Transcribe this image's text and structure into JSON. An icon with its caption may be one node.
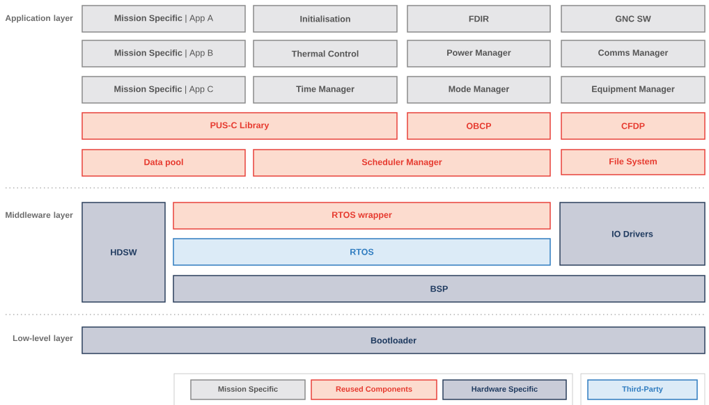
{
  "diagram": {
    "nodes": [
      {
        "text": [
          "**Mission Specific** | App A"
        ]
      },
      {
        "text": [
          "Initialisation"
        ]
      },
      {
        "text": [
          "FDIR"
        ]
      },
      {
        "text": [
          "GNC SW"
        ]
      },
      {
        "text": [
          "**Mission Specific** | App B"
        ]
      },
      {
        "text": [
          "Thermal Control"
        ]
      },
      {
        "text": [
          "Power Manager"
        ]
      },
      {
        "text": [
          "Comms Manager"
        ]
      },
      {
        "text": [
          "**Mission Specific** | App C"
        ]
      },
      {
        "text": [
          "Time Manager"
        ]
      },
      {
        "text": [
          "Mode Manager"
        ]
      },
      {
        "text": [
          "Equipment Manager"
        ]
      },
      {
        "text": [
          "PUS-C Library"
        ]
      },
      {
        "text": [
          "OBCP"
        ]
      },
      {
        "text": [
          "CFDP"
        ]
      },
      {
        "text": [
          "Data pool"
        ]
      },
      {
        "text": [
          "Scheduler Manager"
        ]
      },
      {
        "text": [
          "File System"
        ]
      },
      {
        "text": [
          "HDSW"
        ]
      },
      {
        "text": [
          "RTOS wrapper"
        ]
      },
      {
        "text": [
          "IO Drivers"
        ]
      },
      {
        "text": [
          "RTOS"
        ]
      },
      {
        "text": [
          "BSP"
        ]
      },
      {
        "text": [
          "Bootloader"
        ]
      }
    ],
    "labels": [
      "Application layer",
      "Middleware layer",
      "Low-level layer"
    ],
    "legend": [
      {
        "text": "Mission Specific",
        "color": "#e6e6e8"
      },
      {
        "text": "Reused Components",
        "color": "#fcdccf"
      },
      {
        "text": "Hardware Specific",
        "color": "#c9ccd8"
      },
      {
        "text": "Third-Party",
        "color": "#dcebf7"
      }
    ]
  }
}
